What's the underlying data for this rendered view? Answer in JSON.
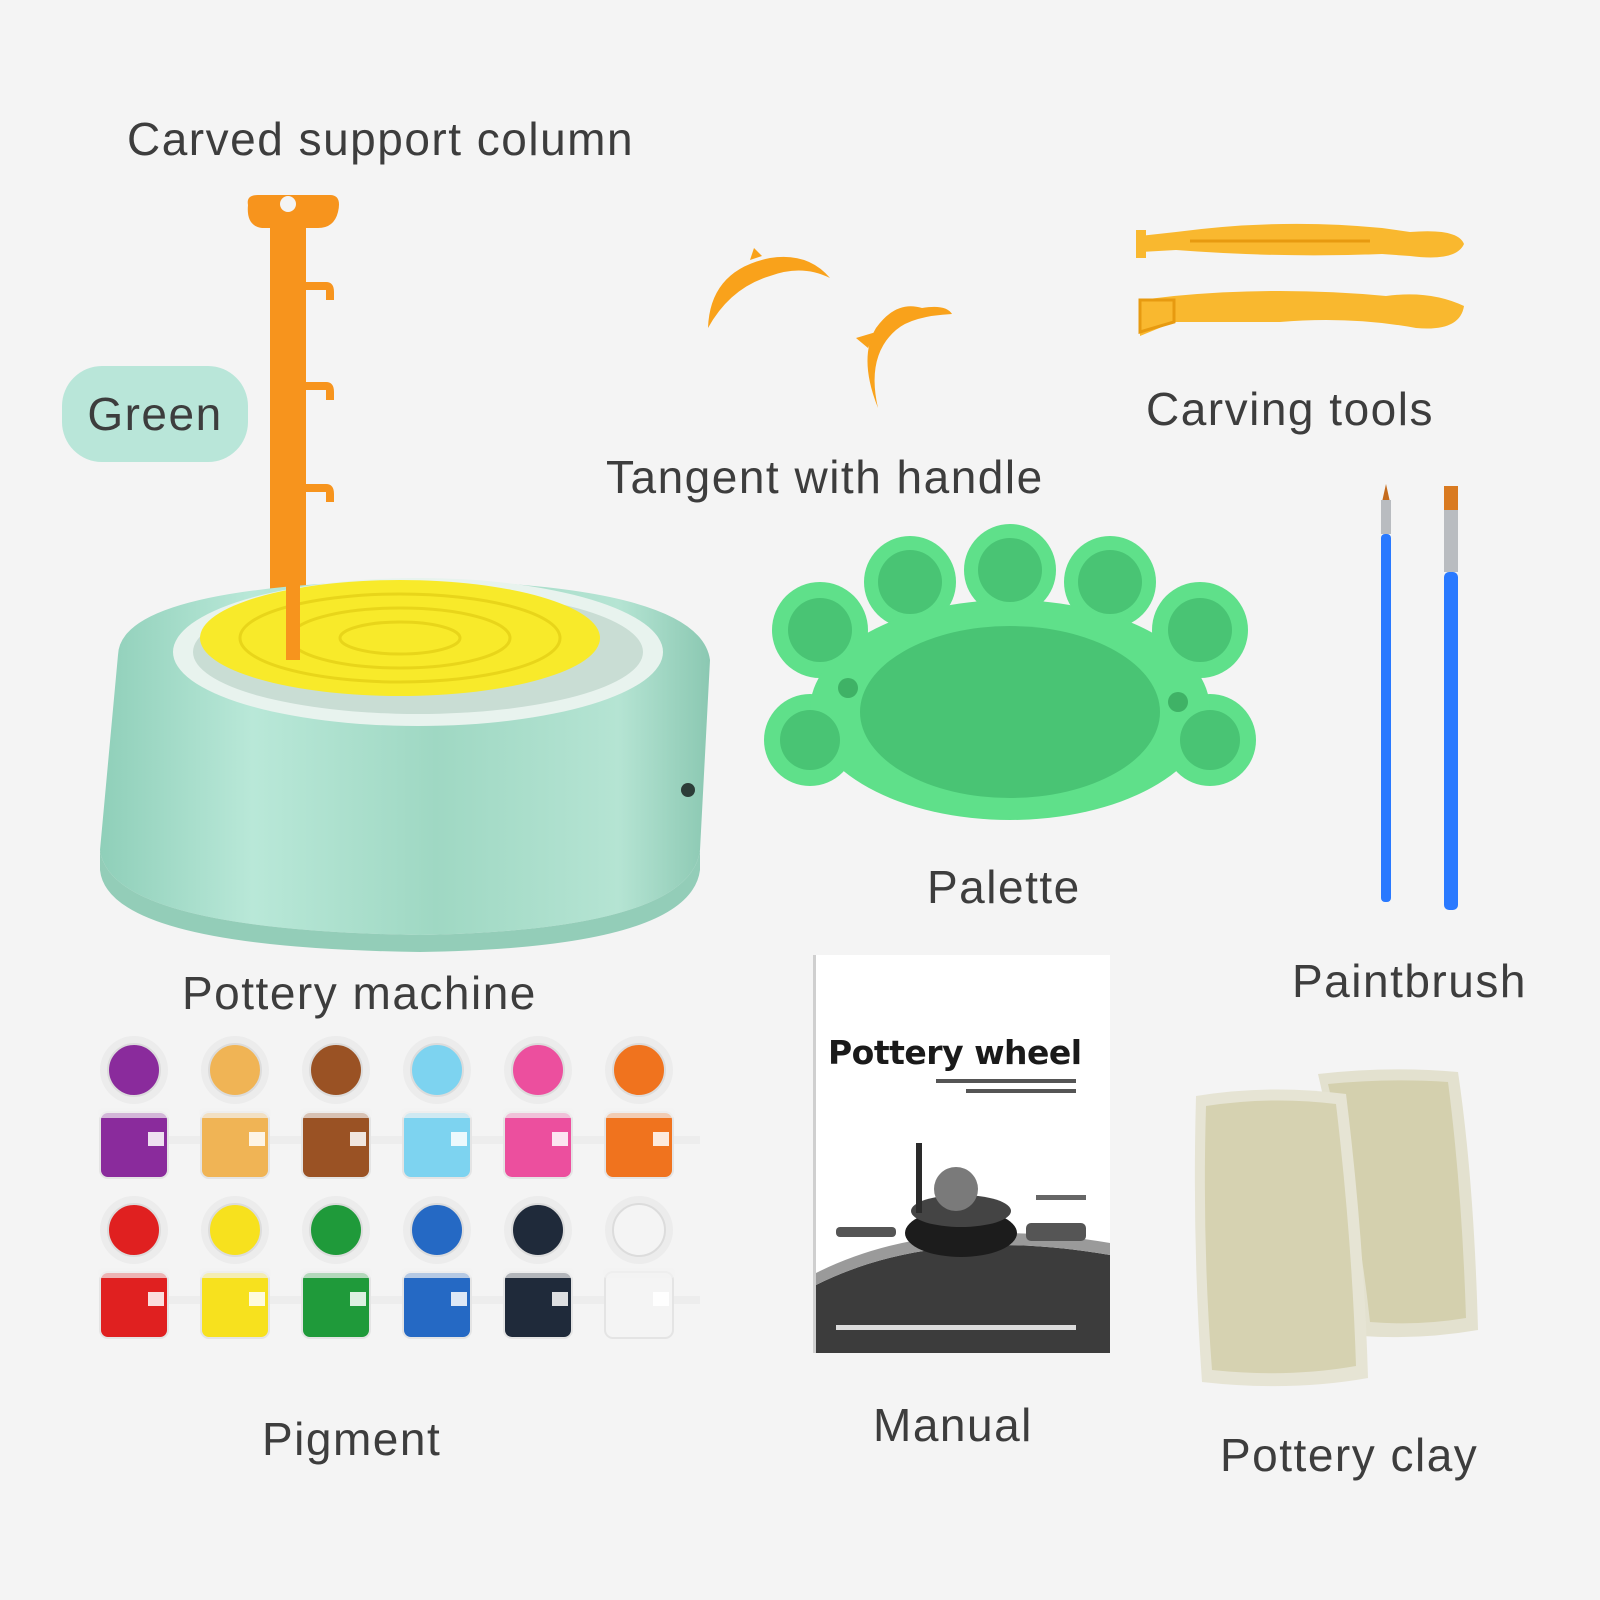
{
  "labels": {
    "support_column": "Carved support column",
    "color_badge": "Green",
    "tangent": "Tangent with handle",
    "carving_tools": "Carving tools",
    "palette": "Palette",
    "pottery_machine": "Pottery machine",
    "paintbrush": "Paintbrush",
    "pigment": "Pigment",
    "manual": "Manual",
    "pottery_clay": "Pottery clay"
  },
  "manual_cover": {
    "title": "Pottery wheel"
  },
  "colors": {
    "wheel_body": "#a6dcc8",
    "turntable": "#f8ea2a",
    "column": "#f7941d",
    "palette": "#5fe08a",
    "tools": "#f9b82f",
    "brush_handle": "#2979ff",
    "clay": "#d9d6b8"
  },
  "pigments": {
    "row1": [
      "#8a2b9c",
      "#f0b455",
      "#9a5224",
      "#7dd3f0",
      "#ec4f9e",
      "#f0731e"
    ],
    "row2": [
      "#e02020",
      "#f7e11e",
      "#1f9a3a",
      "#2569c4",
      "#1f2a3a",
      "#f4f4f4"
    ]
  }
}
